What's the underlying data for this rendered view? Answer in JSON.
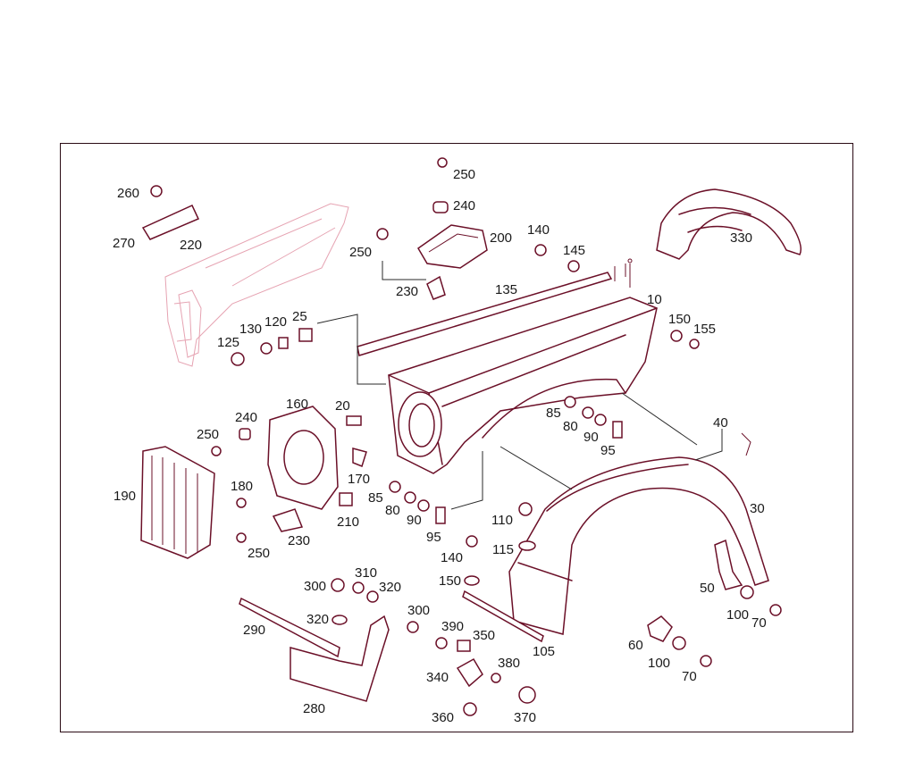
{
  "diagram": {
    "labels": [
      {
        "id": "l250a",
        "text": "250"
      },
      {
        "id": "l240a",
        "text": "240"
      },
      {
        "id": "l260",
        "text": "260"
      },
      {
        "id": "l270",
        "text": "270"
      },
      {
        "id": "l220",
        "text": "220"
      },
      {
        "id": "l250b",
        "text": "250"
      },
      {
        "id": "l200",
        "text": "200"
      },
      {
        "id": "l230a",
        "text": "230"
      },
      {
        "id": "l140a",
        "text": "140"
      },
      {
        "id": "l145",
        "text": "145"
      },
      {
        "id": "l330",
        "text": "330"
      },
      {
        "id": "l135",
        "text": "135"
      },
      {
        "id": "l10",
        "text": "10"
      },
      {
        "id": "l150a",
        "text": "150"
      },
      {
        "id": "l155",
        "text": "155"
      },
      {
        "id": "l130",
        "text": "130"
      },
      {
        "id": "l120",
        "text": "120"
      },
      {
        "id": "l25",
        "text": "25"
      },
      {
        "id": "l125",
        "text": "125"
      },
      {
        "id": "l160",
        "text": "160"
      },
      {
        "id": "l20",
        "text": "20"
      },
      {
        "id": "l240b",
        "text": "240"
      },
      {
        "id": "l250c",
        "text": "250"
      },
      {
        "id": "l85a",
        "text": "85"
      },
      {
        "id": "l80a",
        "text": "80"
      },
      {
        "id": "l90a",
        "text": "90"
      },
      {
        "id": "l95a",
        "text": "95"
      },
      {
        "id": "l40",
        "text": "40"
      },
      {
        "id": "l190",
        "text": "190"
      },
      {
        "id": "l180",
        "text": "180"
      },
      {
        "id": "l170",
        "text": "170"
      },
      {
        "id": "l85b",
        "text": "85"
      },
      {
        "id": "l80b",
        "text": "80"
      },
      {
        "id": "l90b",
        "text": "90"
      },
      {
        "id": "l95b",
        "text": "95"
      },
      {
        "id": "l210",
        "text": "210"
      },
      {
        "id": "l230b",
        "text": "230"
      },
      {
        "id": "l250d",
        "text": "250"
      },
      {
        "id": "l110",
        "text": "110"
      },
      {
        "id": "l30",
        "text": "30"
      },
      {
        "id": "l115",
        "text": "115"
      },
      {
        "id": "l140b",
        "text": "140"
      },
      {
        "id": "l150b",
        "text": "150"
      },
      {
        "id": "l300a",
        "text": "300"
      },
      {
        "id": "l310",
        "text": "310"
      },
      {
        "id": "l320a",
        "text": "320"
      },
      {
        "id": "l50",
        "text": "50"
      },
      {
        "id": "l320b",
        "text": "320"
      },
      {
        "id": "l300b",
        "text": "300"
      },
      {
        "id": "l100a",
        "text": "100"
      },
      {
        "id": "l70a",
        "text": "70"
      },
      {
        "id": "l290",
        "text": "290"
      },
      {
        "id": "l390",
        "text": "390"
      },
      {
        "id": "l350",
        "text": "350"
      },
      {
        "id": "l105",
        "text": "105"
      },
      {
        "id": "l60",
        "text": "60"
      },
      {
        "id": "l100b",
        "text": "100"
      },
      {
        "id": "l380",
        "text": "380"
      },
      {
        "id": "l340",
        "text": "340"
      },
      {
        "id": "l70b",
        "text": "70"
      },
      {
        "id": "l280",
        "text": "280"
      },
      {
        "id": "l360",
        "text": "360"
      },
      {
        "id": "l370",
        "text": "370"
      }
    ]
  }
}
